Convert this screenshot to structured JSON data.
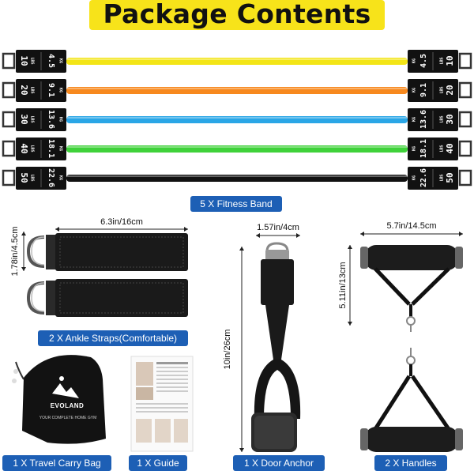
{
  "title": "Package Contents",
  "bands": [
    {
      "color": "#f3e516",
      "lbs": "10",
      "lbs_unit": "LBS",
      "kg": "4.5",
      "kg_unit": "KG"
    },
    {
      "color": "#f7891e",
      "lbs": "20",
      "lbs_unit": "LBS",
      "kg": "9.1",
      "kg_unit": "KG"
    },
    {
      "color": "#2aa6e6",
      "lbs": "30",
      "lbs_unit": "LBS",
      "kg": "13.6",
      "kg_unit": "KG"
    },
    {
      "color": "#3fd23a",
      "lbs": "40",
      "lbs_unit": "LBS",
      "kg": "18.1",
      "kg_unit": "KG"
    },
    {
      "color": "#111111",
      "lbs": "50",
      "lbs_unit": "LBS",
      "kg": "22.6",
      "kg_unit": "KG"
    }
  ],
  "labels": {
    "fitness_band": "5 X Fitness Band",
    "ankle_straps": "2 X Ankle Straps(Comfortable)",
    "carry_bag": "1 X Travel Carry Bag",
    "guide": "1 X Guide",
    "door_anchor": "1 X Door Anchor",
    "handles": "2 X Handles"
  },
  "dimensions": {
    "strap_width": "6.3in/16cm",
    "strap_height": "1.78in/4.5cm",
    "anchor_width": "1.57in/4cm",
    "anchor_height": "10in/26cm",
    "handle_width": "5.7in/14.5cm",
    "handle_height": "5.11in/13cm"
  },
  "bag": {
    "brand": "EVOLAND",
    "tagline": "YOUR COMPLETE HOME GYM"
  },
  "colors": {
    "accent": "#1d5fb5",
    "title_bg": "#f7e31a",
    "strap": "#1a1a1a"
  }
}
